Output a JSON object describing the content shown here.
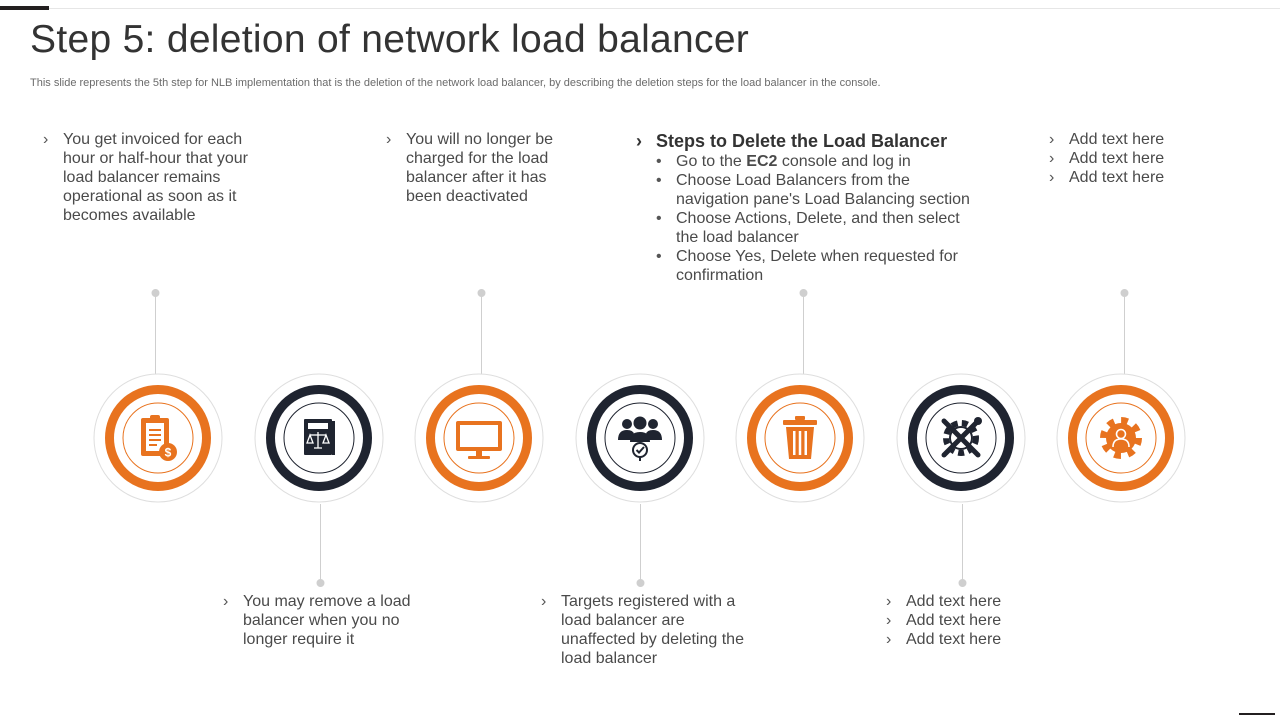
{
  "title": "Step 5: deletion of network load balancer",
  "subtitle": "This slide represents the 5th step for NLB implementation that is the deletion of the network load balancer, by describing the deletion steps for the load balancer in the console.",
  "colors": {
    "orange": "#e8731f",
    "navy": "#1f2430",
    "connector": "#cfcfcf"
  },
  "nodes": [
    {
      "icon": "clipboard-dollar-icon",
      "color": "orange"
    },
    {
      "icon": "legal-book-scales-icon",
      "color": "navy"
    },
    {
      "icon": "monitor-icon",
      "color": "orange"
    },
    {
      "icon": "team-check-icon",
      "color": "navy"
    },
    {
      "icon": "trash-icon",
      "color": "orange"
    },
    {
      "icon": "gear-tools-icon",
      "color": "navy"
    },
    {
      "icon": "gear-person-icon",
      "color": "orange"
    }
  ],
  "texts": {
    "t1": [
      "You get invoiced for each hour or half-hour that your load balancer remains operational as soon as it becomes available"
    ],
    "t2": [
      "You may remove a load balancer when you no longer require it"
    ],
    "t3": [
      "You will no longer be charged for the load balancer after it has been deactivated"
    ],
    "t4": [
      "Targets registered with a load balancer are unaffected by deleting the load balancer"
    ],
    "t5": {
      "heading": "Steps to Delete the Load Balancer",
      "items": [
        {
          "pre": "Go to the ",
          "bold": "EC2",
          "post": " console and log in"
        },
        {
          "pre": "Choose Load Balancers from the navigation pane's Load Balancing section",
          "bold": "",
          "post": ""
        },
        {
          "pre": "Choose Actions, Delete, and then select the load balancer",
          "bold": "",
          "post": ""
        },
        {
          "pre": "Choose Yes, Delete when requested for confirmation",
          "bold": "",
          "post": ""
        }
      ]
    },
    "t6": [
      "Add text here",
      "Add text here",
      "Add text here"
    ],
    "t7": [
      "Add text here",
      "Add text here",
      "Add text here"
    ]
  }
}
